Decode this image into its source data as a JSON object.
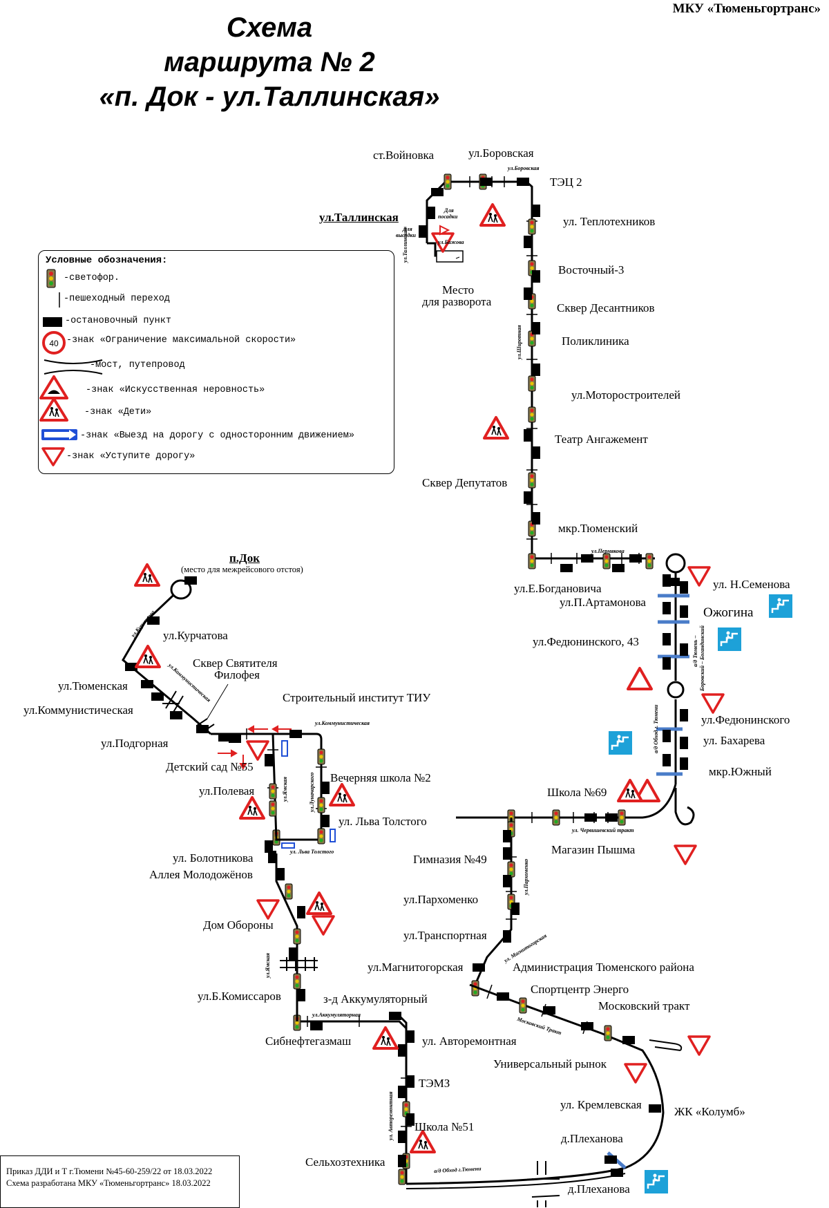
{
  "header": {
    "title_line1": "Схема",
    "title_line2": "маршрута № 2",
    "title_line3": "«п. Док - ул.Таллинская»",
    "organization": "МКУ «Тюменьгортранс»"
  },
  "legend": {
    "title": "Условные обозначения:",
    "items": [
      {
        "icon": "traffic-light-icon",
        "text": "-светофор."
      },
      {
        "icon": "crosswalk-icon",
        "text": "-пешеходный переход"
      },
      {
        "icon": "bus-stop-icon",
        "text": "-остановочный пункт"
      },
      {
        "icon": "speed-limit-40-icon",
        "text": "-знак «Ограничение максимальной скорости»",
        "sign_value": "40"
      },
      {
        "icon": "bridge-icon",
        "text": "-мост, путепровод"
      },
      {
        "icon": "speed-bump-sign-icon",
        "text": "-знак «Искусственная неровность»"
      },
      {
        "icon": "children-sign-icon",
        "text": "-знак «Дети»"
      },
      {
        "icon": "one-way-exit-sign-icon",
        "text": "-знак «Выезд на дорогу с односторонним движением»"
      },
      {
        "icon": "yield-sign-icon",
        "text": "-знак «Уступите дорогу»"
      }
    ]
  },
  "stops": {
    "voynovka": "ст.Войновка",
    "borovskaya": "ул.Боровская",
    "tets2": "ТЭЦ 2",
    "tallinskaya": "ул.Таллинская",
    "teplotekhnikov": "ул. Теплотехников",
    "vostochny3": "Восточный-3",
    "skver_desantnikov": "Сквер Десантников",
    "poliklinika": "Поликлиника",
    "motorostroiteley": "ул.Моторостроителей",
    "teatr": "Театр Ангажемент",
    "skver_deputatov": "Сквер Депутатов",
    "mkr_tyumensky": "мкр.Тюменский",
    "bogdanovicha": "ул.Е.Богдановича",
    "artamonova": "ул.П.Артамонова",
    "semenova": "ул. Н.Семенова",
    "ozhogina": "Ожогина",
    "fedyuninskogo43": "ул.Федюнинского, 43",
    "fedyuninskogo": "ул.Федюнинского",
    "bakhareva": "ул. Бахарева",
    "mkr_yuzhny": "мкр.Южный",
    "shkola69": "Школа №69",
    "magazin_pyshma": "Магазин Пышма",
    "gimnaziya49": "Гимназия №49",
    "parkhomenko": "ул.Пархоменко",
    "transportnaya": "ул.Транспортная",
    "magnitogorskaya": "ул.Магнитогорская",
    "administratsiya": "Администрация Тюменского района",
    "sportcenter": "Спортцентр Энерго",
    "moskovsky_trakt": "Московский тракт",
    "universalny_rynok": "Универсальный рынок",
    "kremlevskaya": "ул. Кремлевская",
    "zhk_kolumb": "ЖК «Колумб»",
    "plekhanova1": "д.Плеханова",
    "plekhanova2": "д.Плеханова",
    "selkhoztekhnika": "Сельхозтехника",
    "shkola51": "Школа №51",
    "temz": "ТЭМЗ",
    "avtoremontnaya": "ул. Авторемонтная",
    "akkumulyatorny": "з-д Аккумуляторный",
    "sibneftegazmash": "Сибнефтегазмаш",
    "komissarov": "ул.Б.Комиссаров",
    "dom_oborony": "Дом Обороны",
    "alleya": "Аллея Молодожёнов",
    "bolotnikova": "ул. Болотникова",
    "lva_tolstogo": "ул. Льва Толстого",
    "vechernyaya_shkola": "Вечерняя школа №2",
    "polevaya": "ул.Полевая",
    "detsky_sad": "Детский сад №55",
    "stroitelny": "Строительный институт ТИУ",
    "skver_filofeya_1": "Сквер Святителя",
    "skver_filofeya_2": "Филофея",
    "podgornaya": "ул.Подгорная",
    "kommunisticheskaya": "ул.Коммунистическая",
    "tyumenskaya": "ул.Тюменская",
    "kurchatova": "ул.Курчатова",
    "p_dok": "п.Док",
    "p_dok_note": "(место для межрейсового отстоя)",
    "mesto_razvorota_1": "Место",
    "mesto_razvorota_2": "для разворота"
  },
  "small_labels": {
    "borovskaya_st": "ул.Боровская",
    "dlya_posadki_1": "Для",
    "dlya_posadki_2": "посадки",
    "dlya_vysadki_1": "Для",
    "dlya_vysadki_2": "высадки",
    "bazhova": "ул.Бажова",
    "tallinskaya_st": "ул.Таллинская",
    "shirotnaya": "ул.Широтная",
    "permyakova": "ул.Пермякова",
    "obkhod_1": "а/д Тюмень –",
    "obkhod_2": "Боровский – Богандинский",
    "obkhod_tyumeni_v": "а/д Обход г. Тюмени",
    "chervishevsky": "ул. Червишевский тракт",
    "parkhomenko_st": "ул.Пархоменко",
    "magnitogorskaya_st": "ул. Магнитогорская",
    "moskovsky_trakt_st": "Московский Тракт",
    "obkhod_tyumeni_h": "а/д Обход г.Тюмени",
    "avtoremontnaya_st": "ул. Авторемонтная",
    "akkumulyatornaya_st": "ул.Аккумуляторная",
    "yamskaya_st": "ул.Ямская",
    "yamskaya_st2": "ул.Ямская",
    "lva_tolstogo_st": "ул. Льва Толстого",
    "lunacharskogo_st": "ул.Луначарского",
    "kommunisticheskaya_st": "ул.Коммунистическая",
    "kommunisticheskaya_st2": "ул.Коммунистическая",
    "kurchatova_st": "ул.Курчатова"
  },
  "footer": {
    "line1": "Приказ ДДИ и Т г.Тюмени №45-60-259/22 от 18.03.2022",
    "line2": "Схема разработана МКУ «Тюменьгортранс» 18.03.2022"
  },
  "colors": {
    "sign_red": "#e02020",
    "one_way_blue": "#1f4fd6",
    "bridge_blue": "#4a7cc8",
    "underpass_cyan": "#1da1d8"
  }
}
